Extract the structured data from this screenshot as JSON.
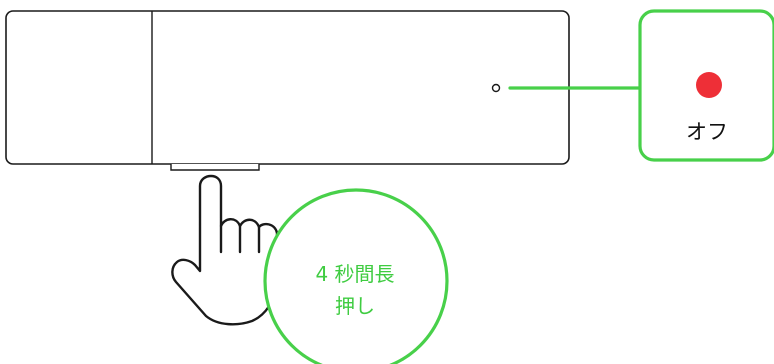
{
  "status_callout": {
    "indicator_icon": "red-dot-icon",
    "indicator_color": "#ee2f37",
    "label": "オフ"
  },
  "press_callout": {
    "line1": "4 秒間長",
    "line2": "押し",
    "color": "#3fcc41"
  },
  "colors": {
    "accent_green": "#48d04a",
    "outline": "#1a1a1a"
  }
}
